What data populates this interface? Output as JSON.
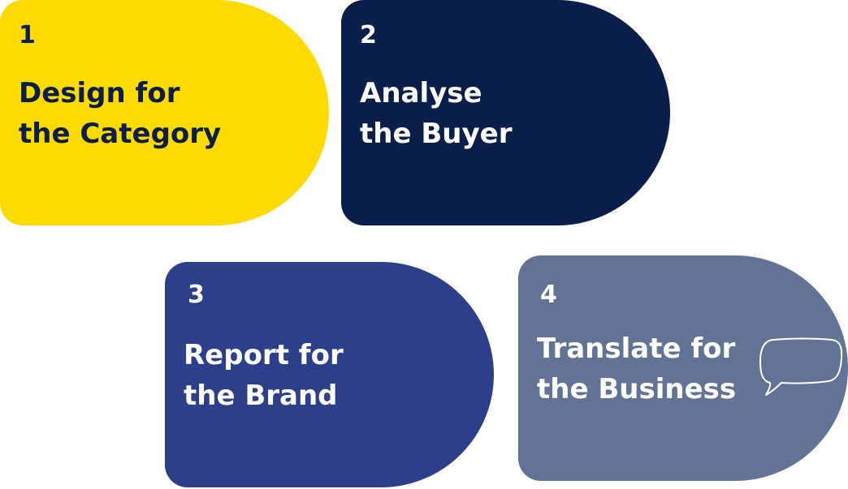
{
  "steps": [
    {
      "number": "1",
      "line1": "Design for",
      "line2": "the Category",
      "bg": "#FEDB00",
      "fg": "#0A1E47"
    },
    {
      "number": "2",
      "line1": "Analyse",
      "line2": "the Buyer",
      "bg": "#0A1E4B",
      "fg": "#FFFFFF"
    },
    {
      "number": "3",
      "line1": "Report for",
      "line2": "the Brand",
      "bg": "#2D3E8A",
      "fg": "#FFFFFF"
    },
    {
      "number": "4",
      "line1": "Translate for",
      "line2": "the Business",
      "bg": "#627396",
      "fg": "#FFFFFF"
    }
  ],
  "icons": {
    "bubble": "speech-bubble-icon"
  }
}
